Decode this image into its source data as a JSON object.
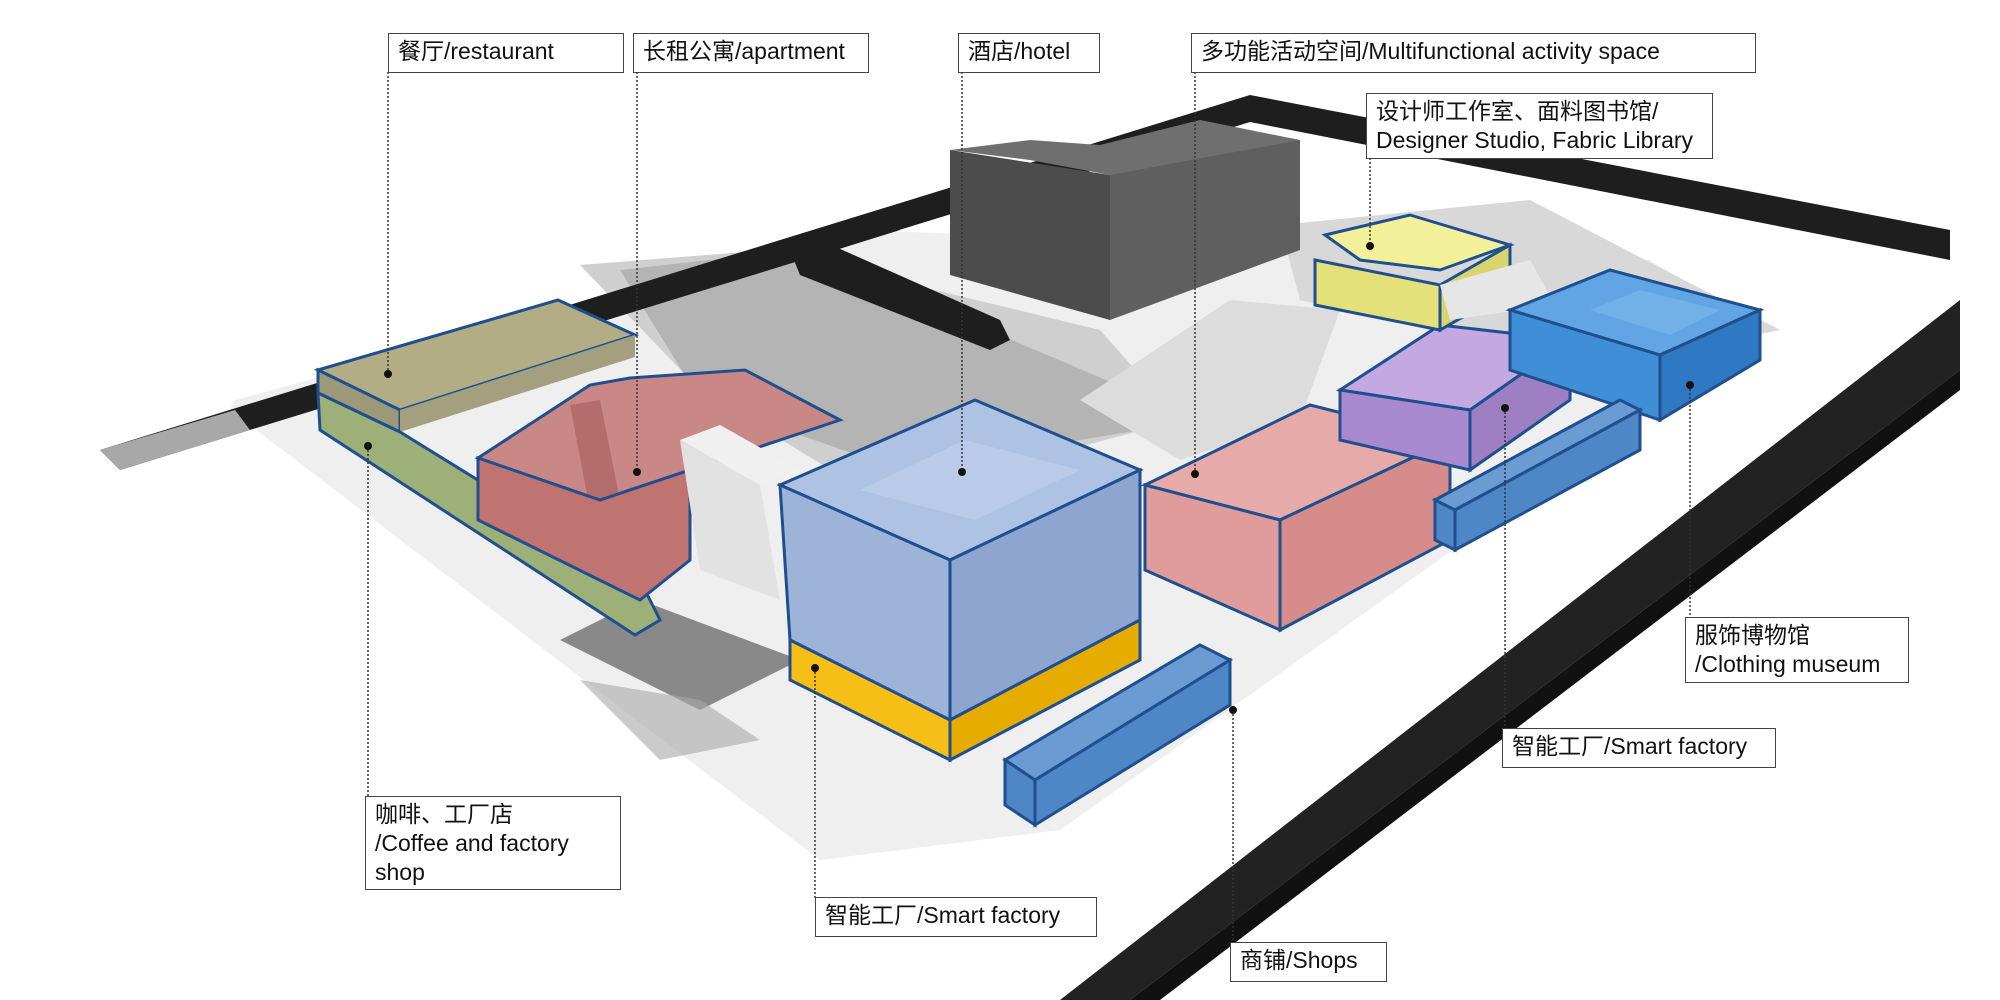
{
  "labels": {
    "restaurant": "餐厅/restaurant",
    "apartment": "长租公寓/apartment",
    "hotel": "酒店/hotel",
    "multifunctional": "多功能活动空间/Multifunctional activity space",
    "designer_line1": "设计师工作室、面料图书馆/",
    "designer_line2": "Designer Studio, Fabric Library",
    "museum_line1": "服饰博物馆",
    "museum_line2": "/Clothing museum",
    "smart_factory_right": "智能工厂/Smart factory",
    "coffee_line1": "咖啡、工厂店",
    "coffee_line2": "/Coffee and factory",
    "coffee_line3": "shop",
    "smart_factory_bottom": "智能工厂/Smart factory",
    "shops": "商铺/Shops"
  },
  "colors": {
    "restaurant": "#b3ad86",
    "coffee_shop": "#9cb077",
    "apartment": "#c07472",
    "hotel": "#555555",
    "smart_factory_main": "#9db3d8",
    "smart_factory_base": "#f5bf15",
    "pink_factory": "#e09c9b",
    "designer_studio": "#eeeb8d",
    "smart_factory_purple": "#b595d8",
    "museum": "#3f8ed6",
    "shops": "#4f86c6",
    "outline": "#1f4f8e",
    "road": "#1a1a1a"
  }
}
